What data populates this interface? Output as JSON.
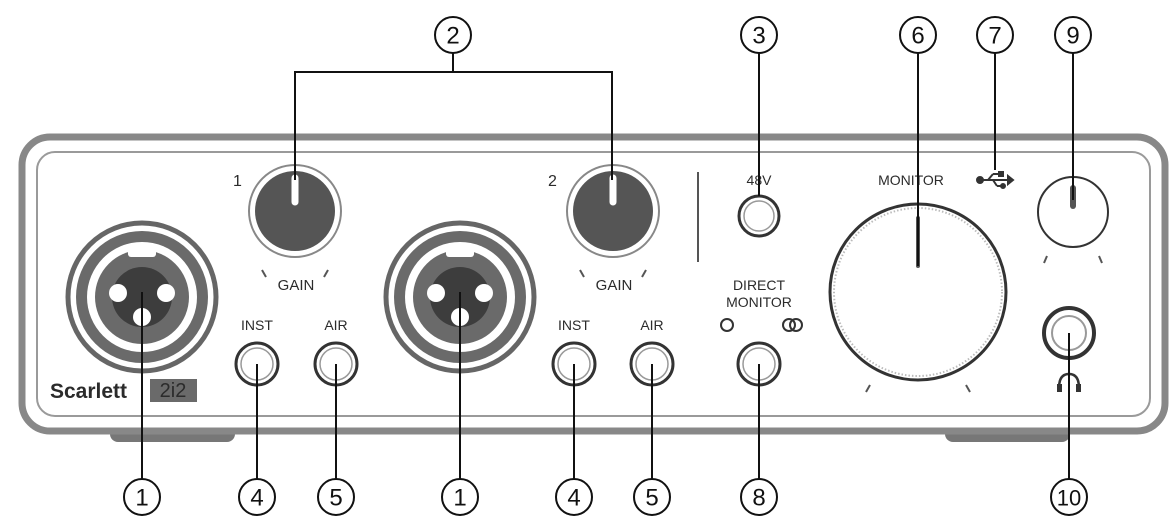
{
  "device": {
    "brand": "Scarlett",
    "model": "2i2"
  },
  "panel_labels": {
    "input_1": "1",
    "input_2": "2",
    "gain_1": "GAIN",
    "gain_2": "GAIN",
    "inst_1": "INST",
    "air_1": "AIR",
    "inst_2": "INST",
    "air_2": "AIR",
    "phantom": "48V",
    "direct_monitor_line1": "DIRECT",
    "direct_monitor_line2": "MONITOR",
    "monitor": "MONITOR"
  },
  "icons": {
    "usb": "usb-icon",
    "headphones": "headphones-icon",
    "mono": "direct-monitor-mono-icon",
    "stereo": "direct-monitor-stereo-icon"
  },
  "callouts": {
    "c1a": "1",
    "c1b": "1",
    "c2": "2",
    "c3": "3",
    "c4a": "4",
    "c4b": "4",
    "c5a": "5",
    "c5b": "5",
    "c6": "6",
    "c7": "7",
    "c8": "8",
    "c9": "9",
    "c10": "10"
  },
  "colors": {
    "body": "#e8e8e8",
    "outline": "#888888",
    "knob": "#555555",
    "ink": "#1a1a1a"
  }
}
